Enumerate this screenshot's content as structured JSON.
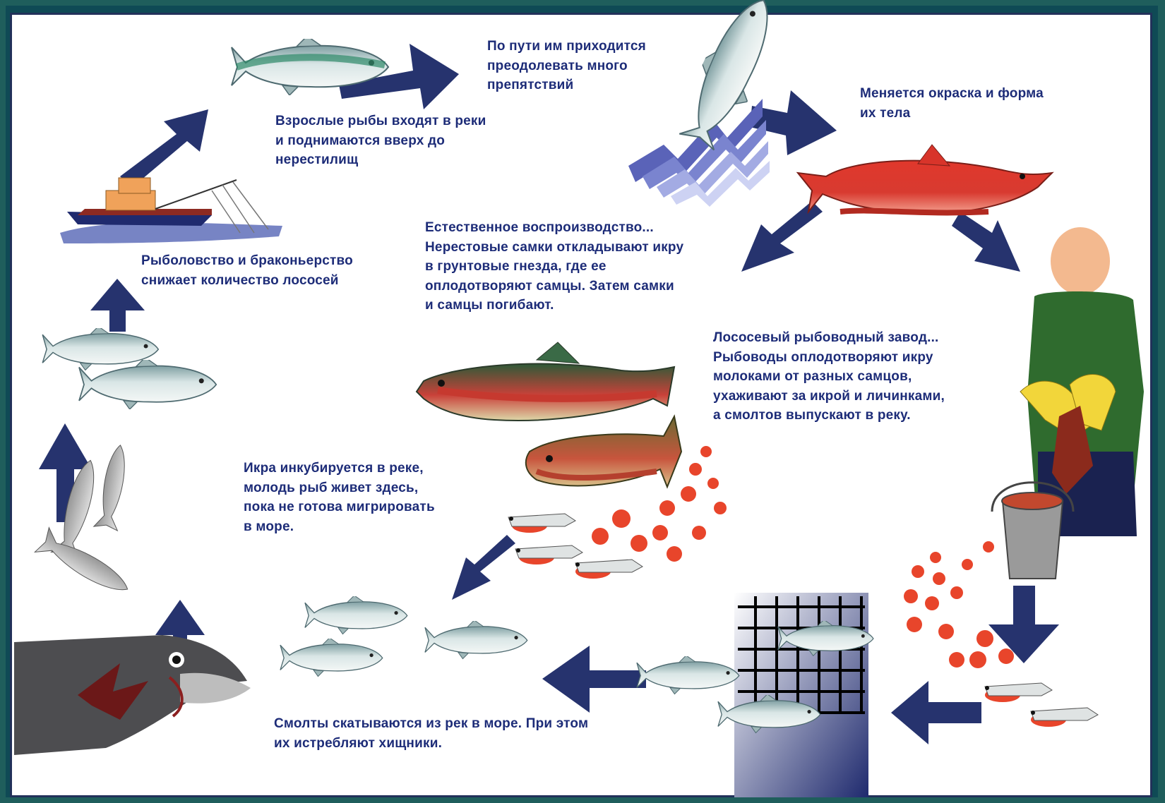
{
  "colors": {
    "arrow": "#26336e",
    "text": "#1d2c78",
    "frame": "#0f4a55",
    "egg": "#e8452b",
    "spawner_red": "#d8342a",
    "hatchery_worker_shirt": "#2f6b2e"
  },
  "captions": {
    "fishing": "Рыболовство и браконьерство\nснижает количество лососей",
    "upriver": "Взрослые рыбы входят в реки\nи поднимаются вверх до\nнерестилищ",
    "obstacles": "По пути им приходится\nпреодолевать много\nпрепятствий",
    "color_change": "Меняется окраска и форма\nих тела",
    "natural_spawning": "Естественное воспроизводство...\nНерестовые самки откладывают икру\nв грунтовые гнезда, где ее\nоплодотворяют самцы. Затем самки\nи самцы погибают.",
    "hatchery": "Лососевый рыбоводный завод...\nРыбоводы оплодотворяют икру\nмолоками от разных самцов,\nухаживают за икрой и личинками,\nа смолтов выпускают в реку.",
    "incubation": "Икра инкубируется в реке,\nмолодь рыб живет здесь,\nпока не готова мигрировать\nв море.",
    "smolts": "Смолты скатываются из рек в море. При этом\nих истребляют хищники."
  },
  "icons": [
    "fishing-boat-icon",
    "salmon-icon",
    "waterfall-icon",
    "spawning-salmon-icon",
    "hatchery-worker-icon",
    "bucket-icon",
    "fish-eggs-icon",
    "alevin-icon",
    "smolt-icon",
    "hatchery-net-icon",
    "predator-fish-icon",
    "cycle-arrow-icon"
  ]
}
